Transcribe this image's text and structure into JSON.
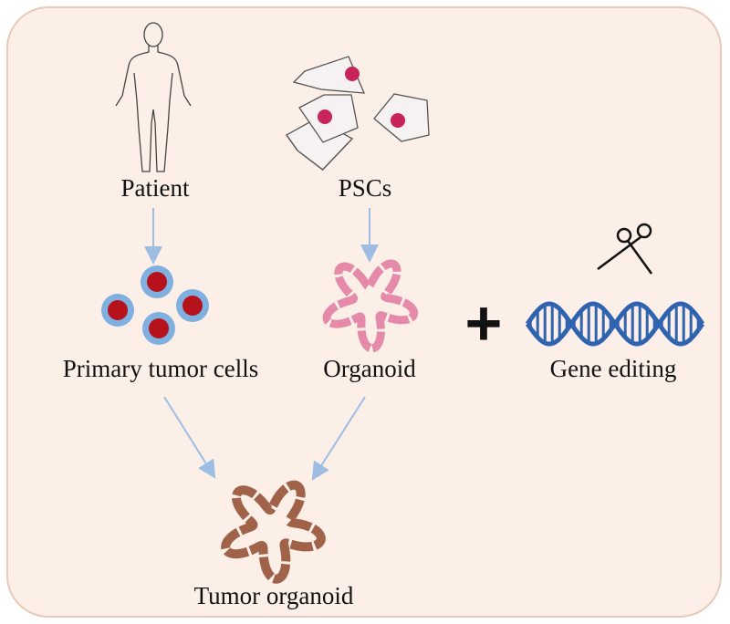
{
  "labels": {
    "patient": "Patient",
    "pscs": "PSCs",
    "primary_tumor_cells": "Primary tumor cells",
    "organoid": "Organoid",
    "gene_editing": "Gene editing",
    "tumor_organoid": "Tumor organoid",
    "plus": "+"
  },
  "colors": {
    "background": "#fcefe8",
    "border": "#e6c9b6",
    "arrow": "#9dbde3",
    "cell_outer": "#7fb0e0",
    "cell_inner": "#b5121b",
    "psc_nucleus": "#c8245a",
    "organoid": "#e58aa8",
    "tumor_organoid": "#a0634a",
    "dna": "#2f63b0"
  }
}
